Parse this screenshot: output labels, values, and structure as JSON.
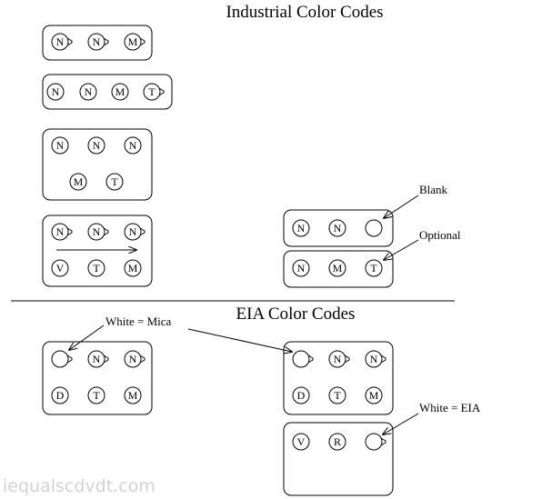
{
  "headings": {
    "industrial": "Industrial Color Codes",
    "eia": "EIA Color Codes"
  },
  "callouts": {
    "blank": "Blank",
    "optional": "Optional",
    "white_mica": "White = Mica",
    "white_eia": "White = EIA"
  },
  "watermark": "iequalscdvdt.com",
  "colors": {
    "ink": "#000000",
    "background": "#ffffff",
    "watermark": "#d2d2d2"
  },
  "packages": {
    "ind_a": [
      {
        "label": "N",
        "notch": true
      },
      {
        "label": "N",
        "notch": true
      },
      {
        "label": "M",
        "notch": true
      }
    ],
    "ind_b": [
      {
        "label": "N",
        "notch": false
      },
      {
        "label": "N",
        "notch": false
      },
      {
        "label": "M",
        "notch": false
      },
      {
        "label": "T",
        "notch": true
      }
    ],
    "ind_c": [
      {
        "label": "N",
        "notch": false
      },
      {
        "label": "N",
        "notch": false
      },
      {
        "label": "N",
        "notch": false
      },
      {
        "label": "M",
        "notch": false
      },
      {
        "label": "T",
        "notch": false
      }
    ],
    "ind_d": [
      {
        "label": "N",
        "notch": true
      },
      {
        "label": "N",
        "notch": true
      },
      {
        "label": "N",
        "notch": true
      },
      {
        "label": "V",
        "notch": false
      },
      {
        "label": "T",
        "notch": false
      },
      {
        "label": "M",
        "notch": false
      }
    ],
    "ind_e": [
      {
        "label": "N",
        "notch": false
      },
      {
        "label": "N",
        "notch": false
      },
      {
        "label": "",
        "notch": false
      }
    ],
    "ind_f": [
      {
        "label": "N",
        "notch": false
      },
      {
        "label": "M",
        "notch": false
      },
      {
        "label": "T",
        "notch": false
      }
    ],
    "eia_a": [
      {
        "label": "",
        "notch": true
      },
      {
        "label": "N",
        "notch": true
      },
      {
        "label": "N",
        "notch": true
      },
      {
        "label": "D",
        "notch": false
      },
      {
        "label": "T",
        "notch": false
      },
      {
        "label": "M",
        "notch": false
      }
    ],
    "eia_b": [
      {
        "label": "",
        "notch": true
      },
      {
        "label": "N",
        "notch": true
      },
      {
        "label": "N",
        "notch": true
      },
      {
        "label": "D",
        "notch": false
      },
      {
        "label": "T",
        "notch": false
      },
      {
        "label": "M",
        "notch": false
      }
    ],
    "eia_c": [
      {
        "label": "V",
        "notch": false
      },
      {
        "label": "R",
        "notch": false
      },
      {
        "label": "",
        "notch": true
      }
    ]
  }
}
